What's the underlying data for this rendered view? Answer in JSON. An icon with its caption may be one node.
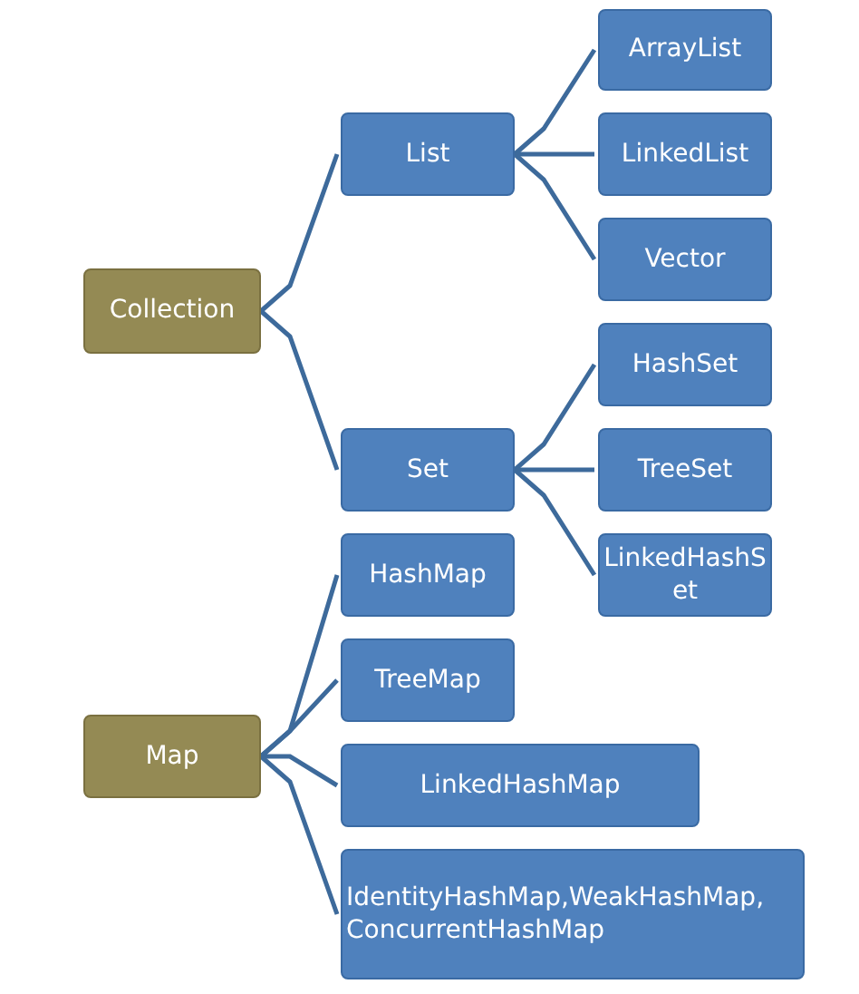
{
  "diagram": {
    "nodes": [
      {
        "text": [
          "Collection"
        ]
      },
      {
        "text": [
          "List"
        ]
      },
      {
        "text": [
          "ArrayList"
        ]
      },
      {
        "text": [
          "LinkedList"
        ]
      },
      {
        "text": [
          "Vector"
        ]
      },
      {
        "text": [
          "Set"
        ]
      },
      {
        "text": [
          "HashSet"
        ]
      },
      {
        "text": [
          "TreeSet"
        ]
      },
      {
        "text": [
          "LinkedHashSet"
        ]
      },
      {
        "text": [
          "Map"
        ]
      },
      {
        "text": [
          "HashMap"
        ]
      },
      {
        "text": [
          "TreeMap"
        ]
      },
      {
        "text": [
          "LinkedHashMap"
        ]
      },
      {
        "text": [
          "IdentityHashMap,WeakHashMap, ConcurrentHashMap"
        ]
      }
    ],
    "edges": [
      {
        "from": 0,
        "to": 1,
        "arrow": "none"
      },
      {
        "from": 0,
        "to": 5,
        "arrow": "none"
      },
      {
        "from": 1,
        "to": 2,
        "arrow": "none"
      },
      {
        "from": 1,
        "to": 3,
        "arrow": "none"
      },
      {
        "from": 1,
        "to": 4,
        "arrow": "none"
      },
      {
        "from": 5,
        "to": 6,
        "arrow": "none"
      },
      {
        "from": 5,
        "to": 7,
        "arrow": "none"
      },
      {
        "from": 5,
        "to": 8,
        "arrow": "none"
      },
      {
        "from": 9,
        "to": 10,
        "arrow": "none"
      },
      {
        "from": 9,
        "to": 11,
        "arrow": "none"
      },
      {
        "from": 9,
        "to": 12,
        "arrow": "none"
      },
      {
        "from": 9,
        "to": 13,
        "arrow": "none"
      }
    ]
  }
}
